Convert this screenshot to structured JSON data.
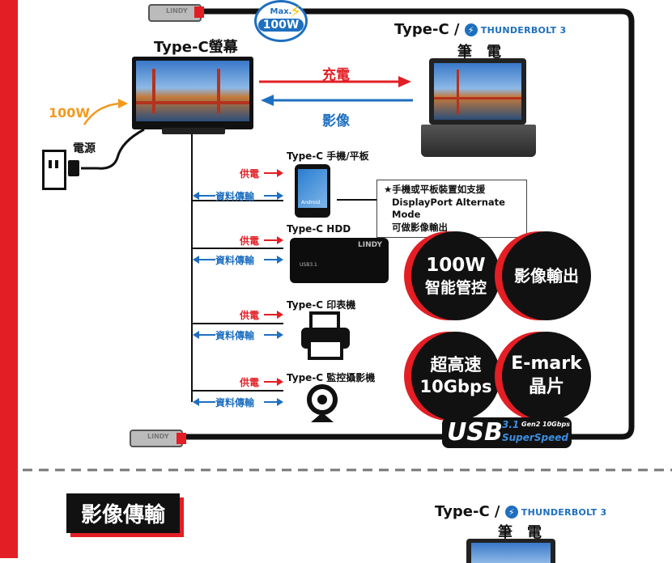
{
  "badge": {
    "max": "Max.",
    "watt": "100W"
  },
  "monitor": {
    "title": "Type-C螢幕"
  },
  "laptop": {
    "title_prefix": "Type-C /",
    "brand": "THUNDERBOLT",
    "brand_num": "3",
    "subtitle": "筆　電"
  },
  "arrows": {
    "charge": "充電",
    "video": "影像"
  },
  "power": {
    "watt": "100W",
    "label": "電源"
  },
  "devices": [
    {
      "name": "Type-C 手機/平板",
      "supply": "供電",
      "data": "資料傳輸"
    },
    {
      "name": "Type-C HDD",
      "supply": "供電",
      "data": "資料傳輸"
    },
    {
      "name": "Type-C 印表機",
      "supply": "供電",
      "data": "資料傳輸"
    },
    {
      "name": "Type-C 監控攝影機",
      "supply": "供電",
      "data": "資料傳輸"
    }
  ],
  "phone": {
    "os": "Android"
  },
  "hdd": {
    "brand": "LINDY",
    "port": "USB3.1"
  },
  "note": {
    "line1": "★手機或平板裝置如支援",
    "line2": "DisplayPort Alternate Mode",
    "line3": "可做影像輸出"
  },
  "features": [
    {
      "line1": "100W",
      "line2": "智能管控"
    },
    {
      "line1": "影像輸出",
      "line2": ""
    },
    {
      "line1": "超高速",
      "line2": "10Gbps"
    },
    {
      "line1": "E-mark",
      "line2": "晶片"
    }
  ],
  "usb_logo": {
    "main": "USB",
    "version": "3.1",
    "gen": "Gen2 10Gbps",
    "speed": "SuperSpeed"
  },
  "plug_brand": "LINDY",
  "section2": {
    "title": "影像傳輸",
    "laptop_prefix": "Type-C /",
    "brand": "THUNDERBOLT",
    "brand_num": "3",
    "subtitle": "筆　電"
  },
  "colors": {
    "red": "#e31e24",
    "blue": "#1e6fc0",
    "black": "#111111"
  }
}
